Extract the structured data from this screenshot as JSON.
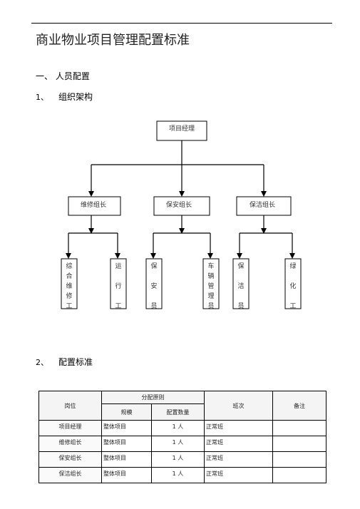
{
  "document": {
    "title": "商业物业项目管理配置标准",
    "section1": {
      "heading": "一、 人员配置"
    },
    "sub1": {
      "number": "1、",
      "label": "组织架构"
    },
    "sub2": {
      "number": "2、",
      "label": "配置标准"
    }
  },
  "org_chart": {
    "root": "项目经理",
    "groups": [
      {
        "head": "维修组长",
        "members": [
          "综合维修工",
          "运行工"
        ]
      },
      {
        "head": "保安组长",
        "members": [
          "保安员",
          "车辆管理员"
        ]
      },
      {
        "head": "保洁组长",
        "members": [
          "保洁员",
          "绿化工"
        ]
      }
    ]
  },
  "table": {
    "headers": {
      "position": "岗位",
      "principle": "分配原则",
      "scale": "规模",
      "quantity": "配置数量",
      "shift": "班次",
      "remark": "备注"
    },
    "rows": [
      {
        "position": "项目经理",
        "scale": "整体项目",
        "quantity": "1 人",
        "shift": "正常班",
        "remark": ""
      },
      {
        "position": "维修组长",
        "scale": "整体项目",
        "quantity": "1 人",
        "shift": "正常班",
        "remark": ""
      },
      {
        "position": "保安组长",
        "scale": "整体项目",
        "quantity": "1 人",
        "shift": "正常班",
        "remark": ""
      },
      {
        "position": "保洁组长",
        "scale": "整体项目",
        "quantity": "1 人",
        "shift": "正常班",
        "remark": ""
      }
    ]
  }
}
